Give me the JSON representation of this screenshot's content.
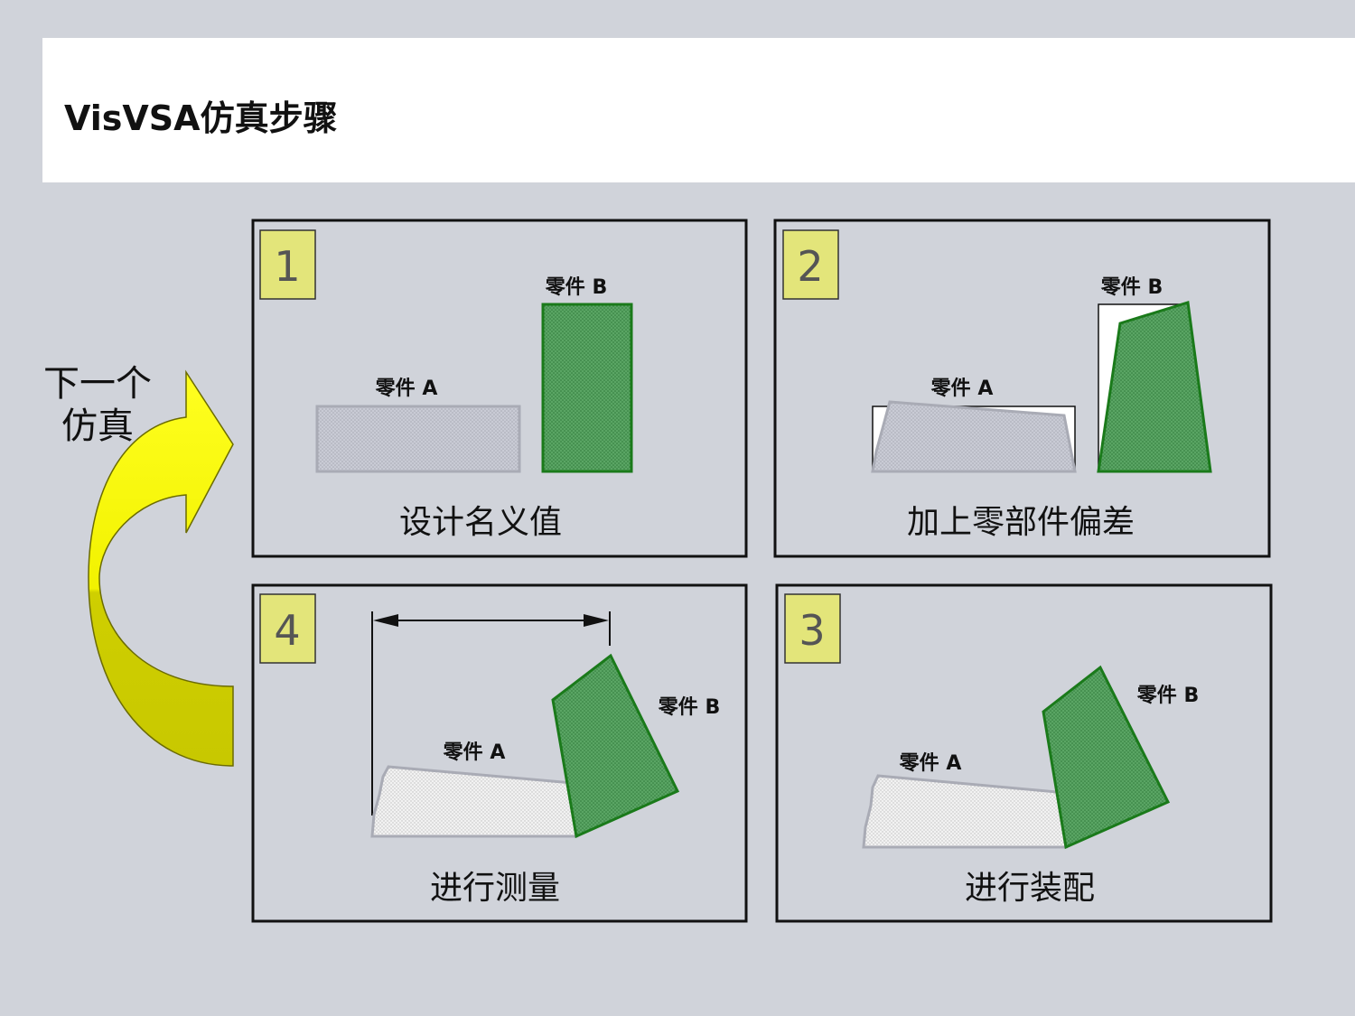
{
  "title": "VisVSA仿真步骤",
  "cycle_label_line1": "下一个",
  "cycle_label_line2": "仿真",
  "colors": {
    "background": "#d0d3da",
    "number_box": "#e3e57a",
    "part_a_fill": "#c8cad4",
    "part_a_stroke": "#a9abb5",
    "part_b_fill": "#4f9a5a",
    "part_b_stroke": "#1a7a1a",
    "arrow_top": "#ffff10",
    "arrow_bottom": "#cccc00"
  },
  "steps": [
    {
      "number": "1",
      "caption": "设计名义值",
      "part_a": "零件 A",
      "part_b": "零件 B"
    },
    {
      "number": "2",
      "caption": "加上零部件偏差",
      "part_a": "零件 A",
      "part_b": "零件 B"
    },
    {
      "number": "3",
      "caption": "进行装配",
      "part_a": "零件 A",
      "part_b": "零件 B"
    },
    {
      "number": "4",
      "caption": "进行测量",
      "part_a": "零件 A",
      "part_b": "零件 B"
    }
  ]
}
